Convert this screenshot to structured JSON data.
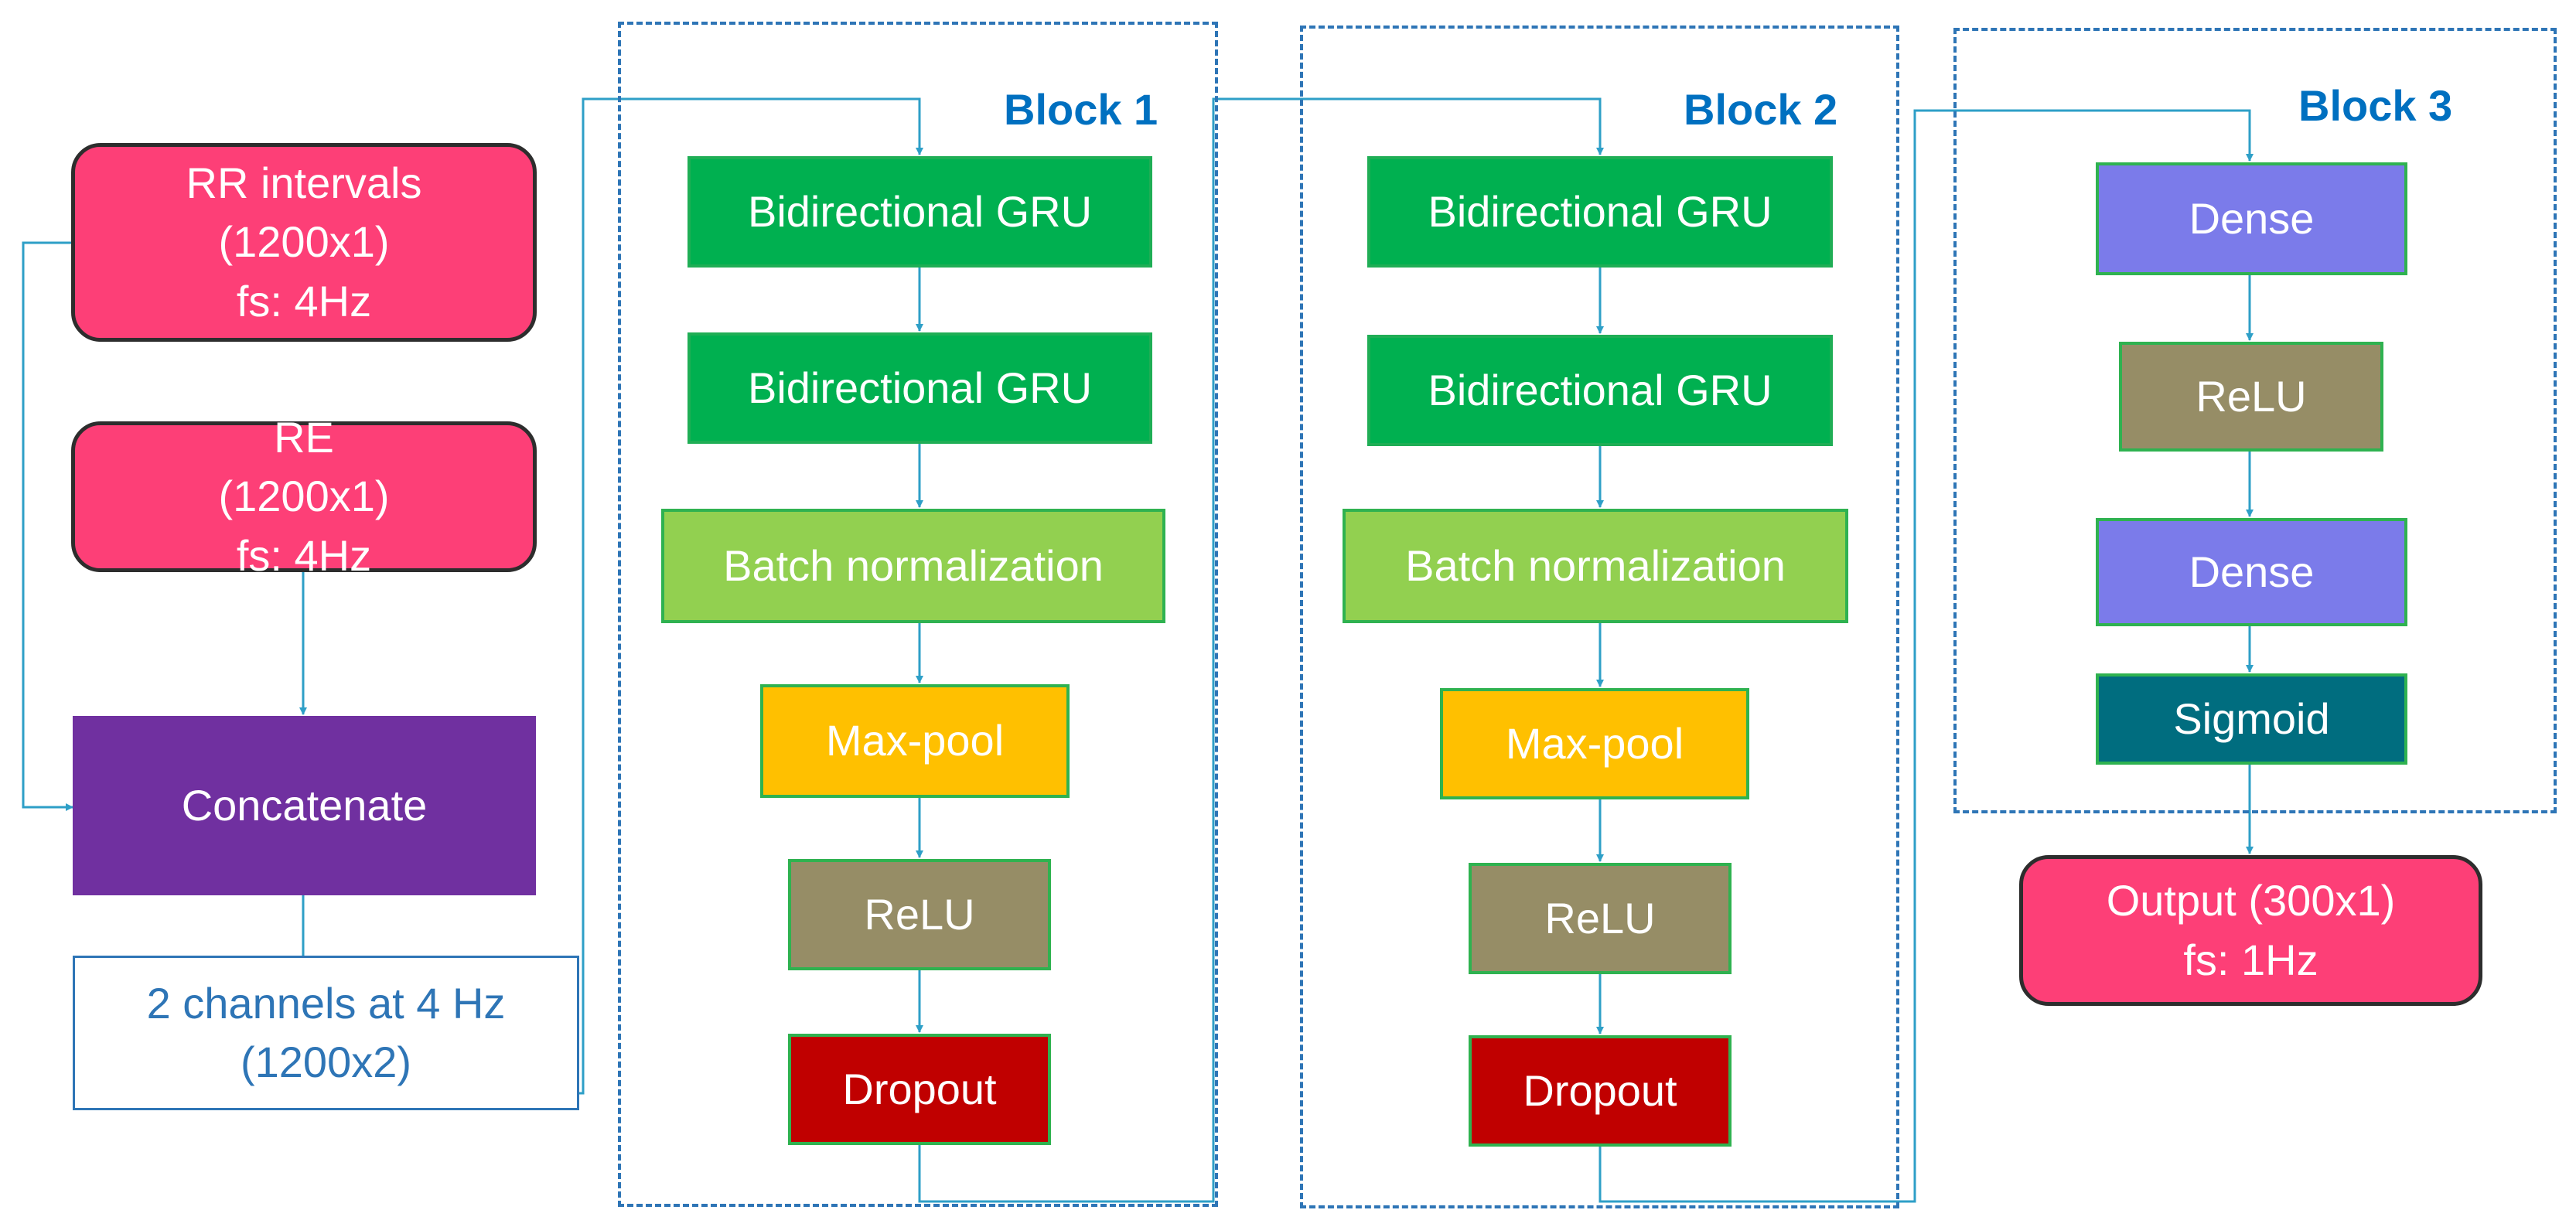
{
  "inputs": {
    "rr": {
      "line1": "RR intervals",
      "line2": "(1200x1)",
      "line3": "fs: 4Hz"
    },
    "re": {
      "line1": "RE",
      "line2": "(1200x1)",
      "line3": "fs: 4Hz"
    }
  },
  "concatenate": {
    "label": "Concatenate"
  },
  "channels": {
    "line1": "2 channels at 4 Hz",
    "line2": "(1200x2)"
  },
  "block1": {
    "title": "Block 1",
    "layers": [
      "Bidirectional GRU",
      "Bidirectional GRU",
      "Batch normalization",
      "Max-pool",
      "ReLU",
      "Dropout"
    ]
  },
  "block2": {
    "title": "Block 2",
    "layers": [
      "Bidirectional GRU",
      "Bidirectional GRU",
      "Batch normalization",
      "Max-pool",
      "ReLU",
      "Dropout"
    ]
  },
  "block3": {
    "title": "Block 3",
    "layers": [
      "Dense",
      "ReLU",
      "Dense",
      "Sigmoid"
    ]
  },
  "output": {
    "line1": "Output (300x1)",
    "line2": "fs: 1Hz"
  },
  "colors": {
    "input": "#fd3f77",
    "concatenate": "#7030a0",
    "gru": "#00b050",
    "batch_norm": "#92d050",
    "max_pool": "#ffc000",
    "relu": "#968d66",
    "dropout": "#c00000",
    "dense": "#7b7bea",
    "sigmoid": "#006d7f",
    "connector": "#2e9fc7",
    "block_title": "#0070c0"
  }
}
